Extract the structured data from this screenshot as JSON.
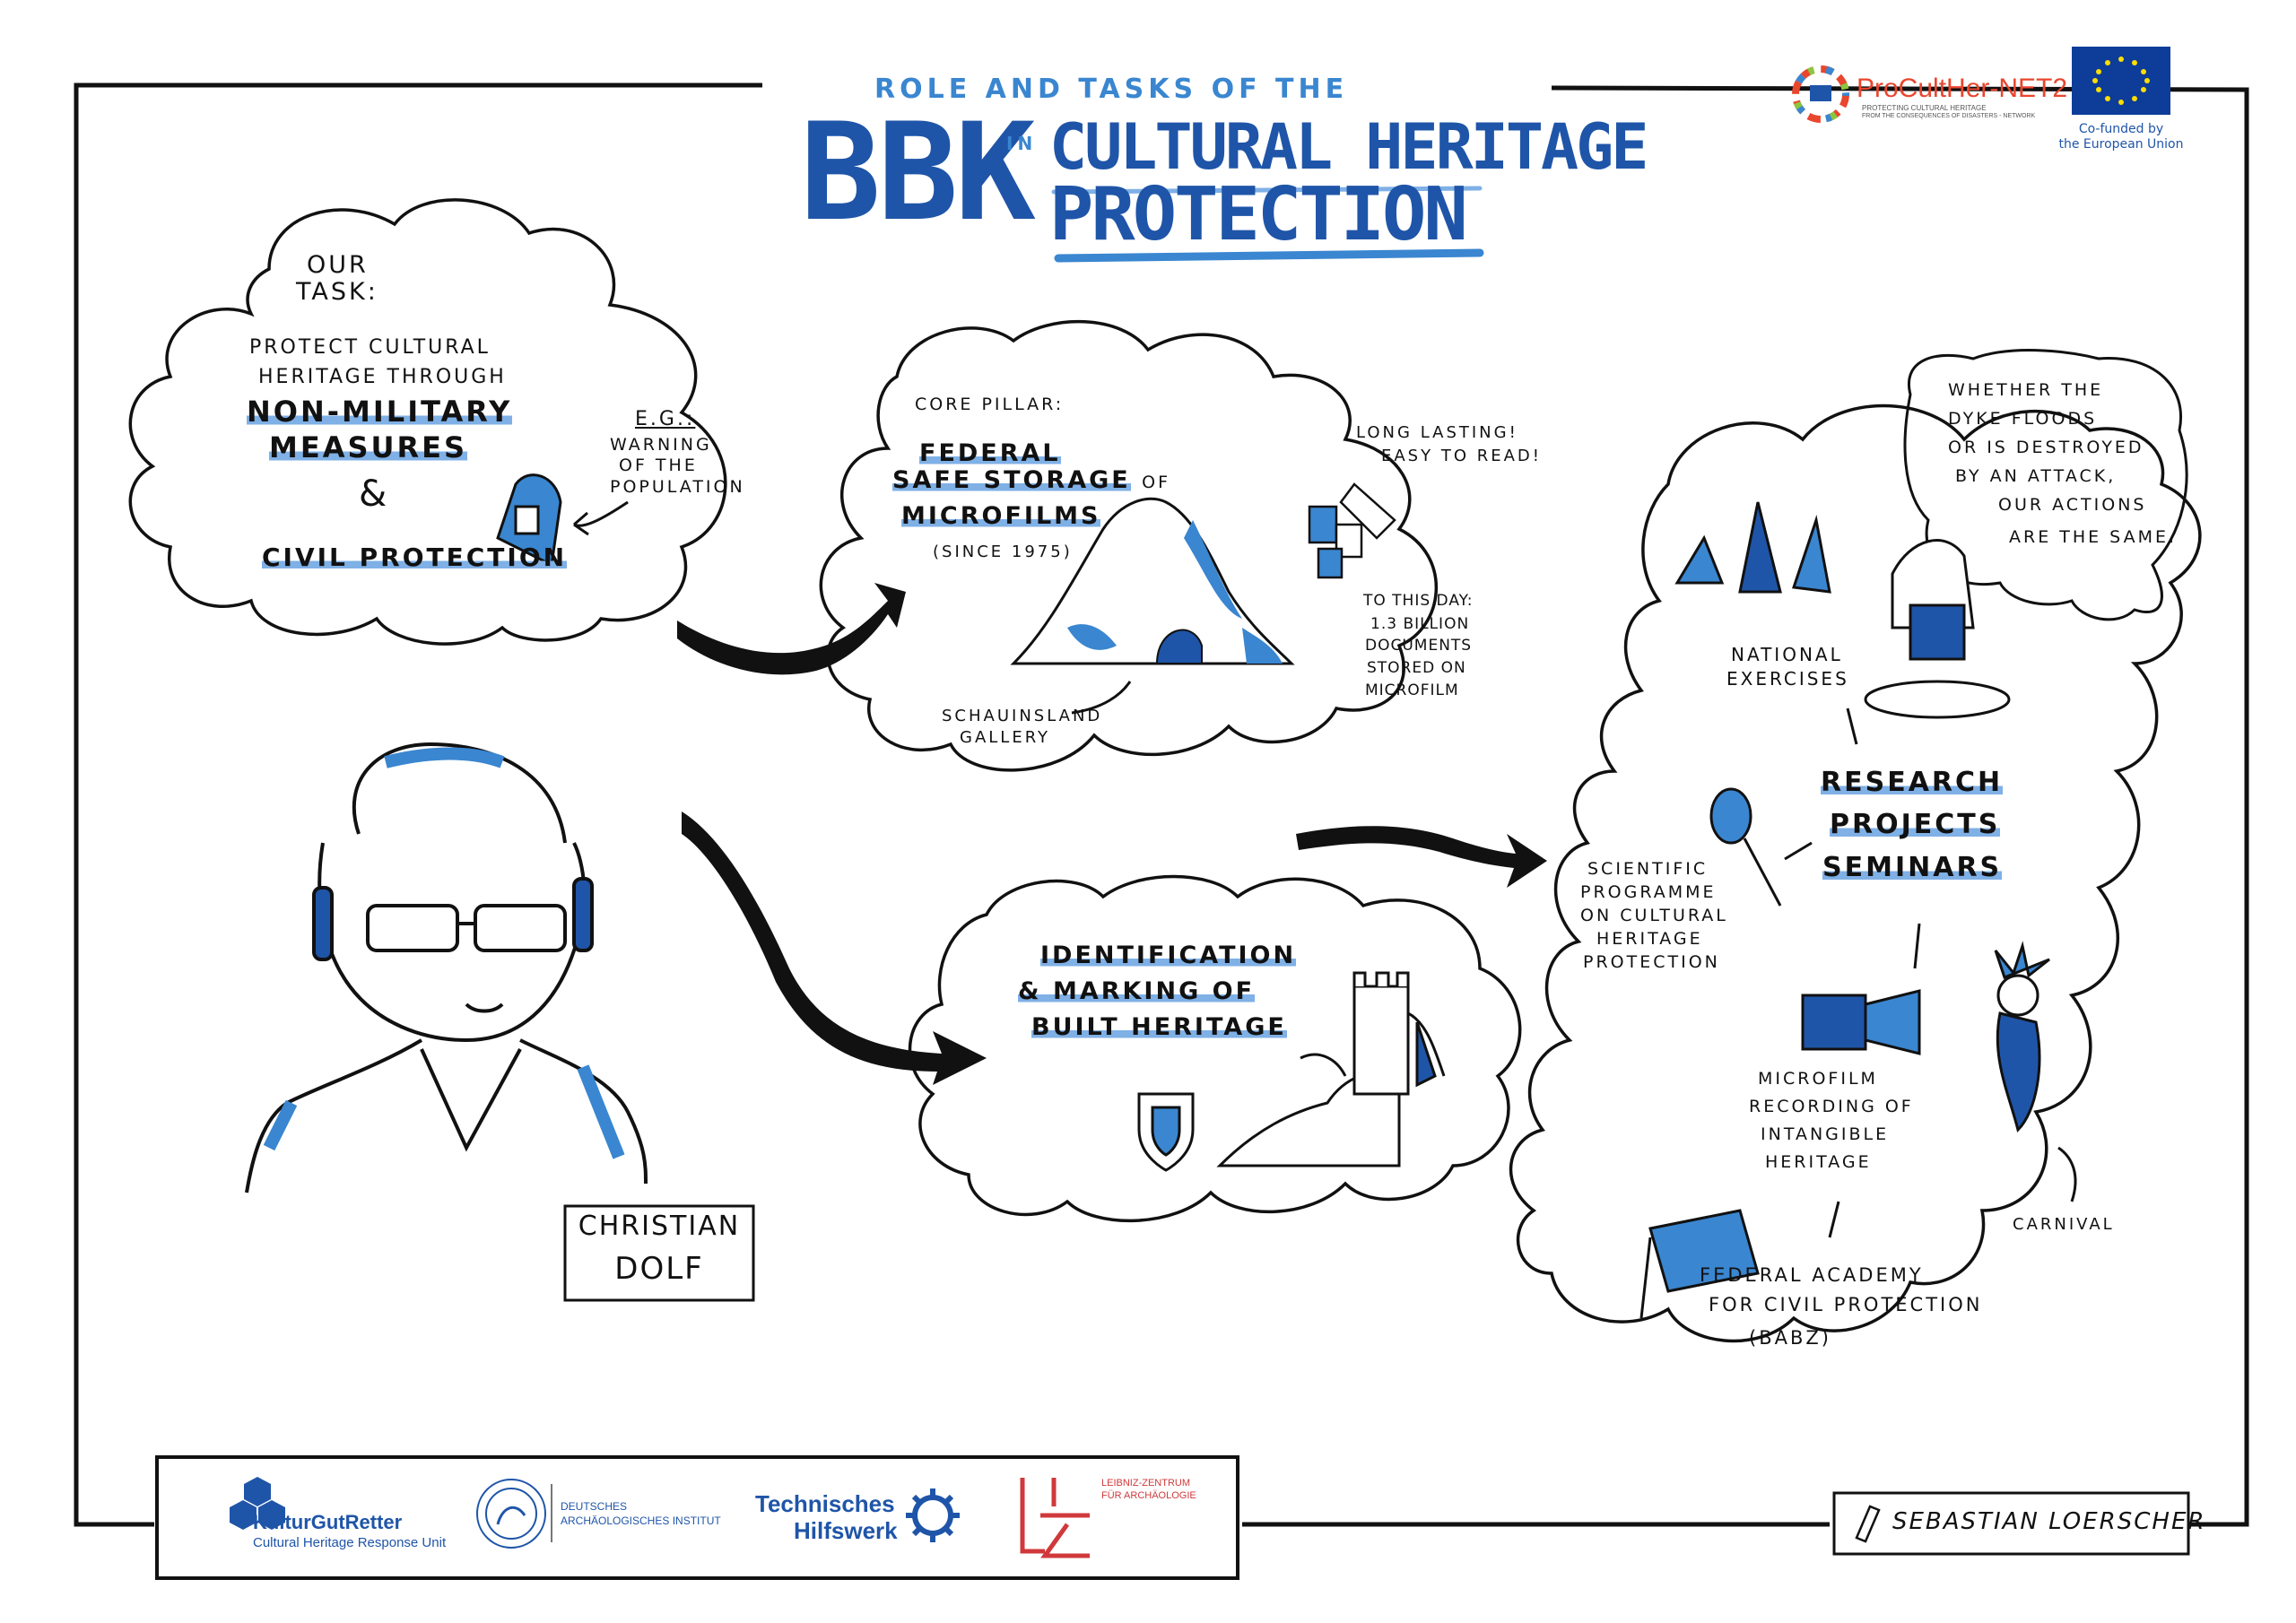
{
  "header": {
    "subtitle": "ROLE AND TASKS OF THE",
    "bbk": "BBK",
    "in": "IN",
    "title_line1": "CULTURAL HERITAGE",
    "title_line2": "PROTECTION"
  },
  "logos_top": {
    "procult_name": "ProCultHer-NET2",
    "procult_tagline_1": "PROTECTING CULTURAL HERITAGE",
    "procult_tagline_2": "FROM THE CONSEQUENCES OF DISASTERS - NETWORK",
    "eu_caption_1": "Co-funded by",
    "eu_caption_2": "the European Union"
  },
  "task_cloud": {
    "our": "OUR",
    "task": "TASK:",
    "line1": "PROTECT CULTURAL",
    "line2": "HERITAGE THROUGH",
    "nonmil1": "NON-MILITARY",
    "nonmil2": "MEASURES",
    "amp": "&",
    "civil": "CIVIL PROTECTION",
    "eg": "E.G.:",
    "warn1": "WARNING",
    "warn2": "OF THE",
    "warn3": "POPULATION"
  },
  "core_cloud": {
    "pillar": "CORE PILLAR:",
    "fed1": "FEDERAL",
    "fed2": "SAFE STORAGE",
    "of": "OF",
    "fed3": "MICROFILMS",
    "since": "(SINCE 1975)",
    "long1": "LONG LASTING!",
    "long2": "EASY TO READ!",
    "day1": "TO THIS DAY:",
    "day2": "1.3 BILLION",
    "day3": "DOCUMENTS",
    "day4": "STORED ON",
    "day5": "MICROFILM",
    "gal1": "SCHAUINSLAND",
    "gal2": "GALLERY"
  },
  "ident_cloud": {
    "l1": "IDENTIFICATION",
    "l2": "& MARKING OF",
    "l3": "BUILT HERITAGE"
  },
  "right_cloud": {
    "wh1": "WHETHER THE",
    "wh2": "DYKE FLOODS",
    "wh3": "OR IS DESTROYED",
    "wh4": "BY AN ATTACK,",
    "wh5": "OUR ACTIONS",
    "wh6": "ARE THE SAME.",
    "nat1": "NATIONAL",
    "nat2": "EXERCISES",
    "res1": "RESEARCH",
    "res2": "PROJECTS",
    "res3": "SEMINARS",
    "sci1": "SCIENTIFIC",
    "sci2": "PROGRAMME",
    "sci3": "ON CULTURAL",
    "sci4": "HERITAGE",
    "sci5": "PROTECTION",
    "mic1": "MICROFILM",
    "mic2": "RECORDING OF",
    "mic3": "INTANGIBLE",
    "mic4": "HERITAGE",
    "carnival": "CARNIVAL",
    "fa1": "FEDERAL ACADEMY",
    "fa2": "FOR CIVIL PROTECTION",
    "fa3": "(BABZ)"
  },
  "speaker": {
    "first": "CHRISTIAN",
    "last": "DOLF"
  },
  "footer": {
    "kgr_name": "KulturGutRetter",
    "kgr_sub": "Cultural Heritage Response Unit",
    "dai1": "DEUTSCHES",
    "dai2": "ARCHÄOLOGISCHES INSTITUT",
    "thw1": "Technisches",
    "thw2": "Hilfswerk",
    "leiza_mark": "LEIZA",
    "leiza1": "LEIBNIZ-ZENTRUM",
    "leiza2": "FÜR ARCHÄOLOGIE",
    "artist": "SEBASTIAN LOERSCHER"
  }
}
